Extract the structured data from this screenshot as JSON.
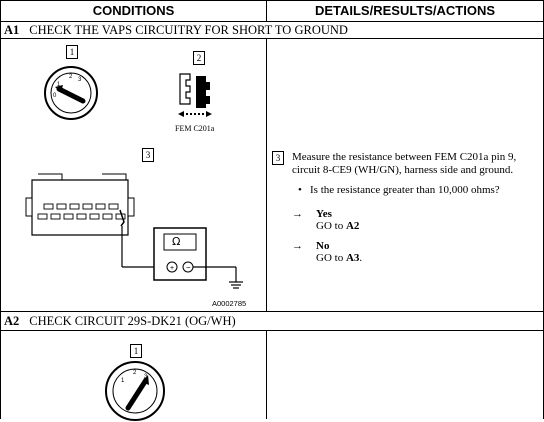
{
  "headers": {
    "conditions": "CONDITIONS",
    "details": "DETAILS/RESULTS/ACTIONS"
  },
  "sections": [
    {
      "id": "A1",
      "title": "CHECK THE VAPS CIRCUITRY FOR SHORT TO GROUND"
    },
    {
      "id": "A2",
      "title": "CHECK CIRCUIT 29S-DK21 (OG/WH)"
    }
  ],
  "figure": {
    "callouts": [
      "1",
      "2",
      "3"
    ],
    "connector_label": "FEM C201a",
    "meter_symbol": "Ω",
    "illustration_code": "A0002785",
    "a2_callout": "1"
  },
  "step3": {
    "callout": "3",
    "instruction_line1": "Measure the resistance between FEM C201a pin 9,",
    "instruction_line2": "circuit 8-CE9 (WH/GN), harness side and ground.",
    "question": "Is the resistance greater than 10,000 ohms?",
    "bullet": "•",
    "yes_label": "Yes",
    "yes_action_prefix": "GO to ",
    "yes_target": "A2",
    "no_label": "No",
    "no_action_prefix": "GO to ",
    "no_target": "A3",
    "no_action_suffix": ".",
    "arrow": "→"
  }
}
